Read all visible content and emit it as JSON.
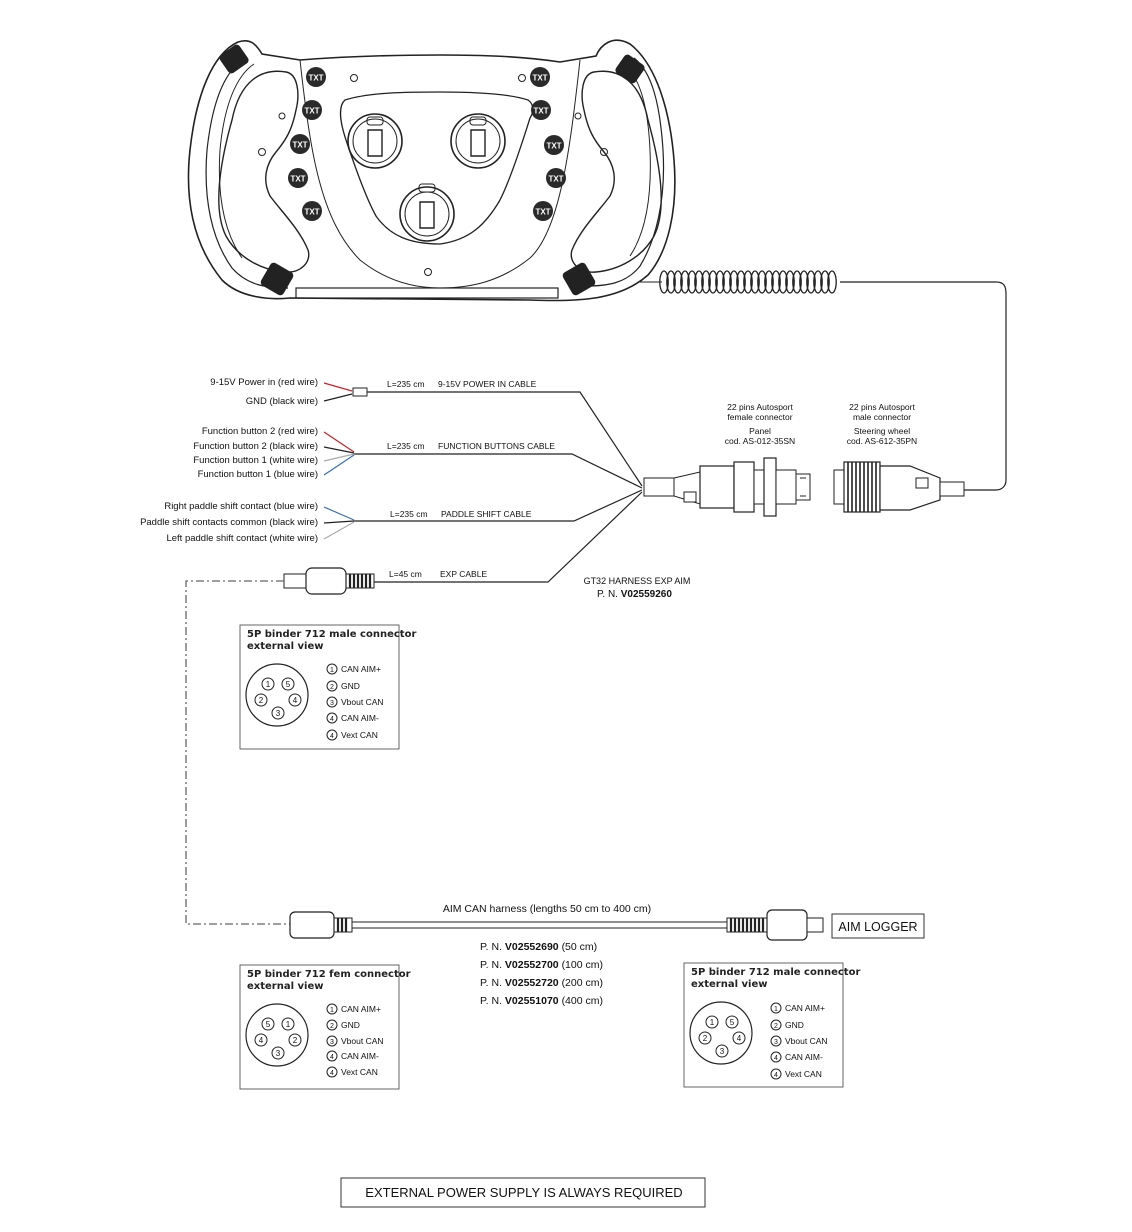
{
  "wheel": {
    "button_label": "TXT"
  },
  "cables": [
    {
      "length": "L=235 cm",
      "name": "9-15V POWER IN CABLE"
    },
    {
      "length": "L=235 cm",
      "name": "FUNCTION BUTTONS CABLE"
    },
    {
      "length": "L=235 cm",
      "name": "PADDLE SHIFT CABLE"
    },
    {
      "length": "L=45 cm",
      "name": "EXP CABLE"
    }
  ],
  "wires": {
    "power": [
      "9-15V Power in (red wire)",
      "GND (black wire)"
    ],
    "function": [
      "Function button 2 (red wire)",
      "Function button 2 (black wire)",
      "Function button 1 (white wire)",
      "Function button 1 (blue wire)"
    ],
    "paddle": [
      "Right paddle shift contact (blue wire)",
      "Paddle shift contacts common (black wire)",
      "Left paddle shift contact (white wire)"
    ]
  },
  "connectors": {
    "panel": [
      "22 pins Autosport",
      "female connector",
      "Panel",
      "cod. AS-012-35SN"
    ],
    "wheel": [
      "22 pins Autosport",
      "male connector",
      "Steering wheel",
      "cod. AS-612-35PN"
    ]
  },
  "harness": {
    "name": "GT32 HARNESS EXP AIM",
    "pn_prefix": "P. N.",
    "pn": "V02559260"
  },
  "binder_boxes": [
    {
      "title": [
        "5P binder 712 male connector",
        "external view"
      ],
      "pins": [
        "CAN AIM+",
        "GND",
        "Vbout CAN",
        "CAN AIM-",
        "Vext CAN"
      ],
      "pin_numbers": [
        "1",
        "2",
        "3",
        "4",
        "4"
      ],
      "face_numbers": [
        "1",
        "5",
        "2",
        "4",
        "3"
      ]
    },
    {
      "title": [
        "5P binder 712 fem connector",
        "external view"
      ],
      "pins": [
        "CAN AIM+",
        "GND",
        "Vbout CAN",
        "CAN AIM-",
        "Vext CAN"
      ],
      "pin_numbers": [
        "1",
        "2",
        "3",
        "4",
        "4"
      ],
      "face_numbers": [
        "5",
        "1",
        "4",
        "2",
        "3"
      ]
    },
    {
      "title": [
        "5P binder 712 male connector",
        "external view"
      ],
      "pins": [
        "CAN AIM+",
        "GND",
        "Vbout CAN",
        "CAN AIM-",
        "Vext CAN"
      ],
      "pin_numbers": [
        "1",
        "2",
        "3",
        "4",
        "4"
      ],
      "face_numbers": [
        "1",
        "5",
        "2",
        "4",
        "3"
      ]
    }
  ],
  "can_harness": {
    "title": "AIM CAN harness (lengths 50 cm to 400 cm)",
    "part_numbers": [
      {
        "prefix": "P. N.",
        "pn": "V02552690",
        "length": "(50 cm)"
      },
      {
        "prefix": "P. N.",
        "pn": "V02552700",
        "length": "(100 cm)"
      },
      {
        "prefix": "P. N.",
        "pn": "V02552720",
        "length": "(200 cm)"
      },
      {
        "prefix": "P. N.",
        "pn": "V02551070",
        "length": "(400 cm)"
      }
    ]
  },
  "logger": {
    "label": "AIM LOGGER"
  },
  "footer": {
    "note": "EXTERNAL POWER SUPPLY IS ALWAYS REQUIRED"
  },
  "colors": {
    "red_wire": "#d0202a",
    "blue_wire": "#3a6fb0",
    "black_wire": "#222222",
    "white_wire": "#aaaaaa",
    "line": "#222222",
    "dash": "#666666"
  }
}
